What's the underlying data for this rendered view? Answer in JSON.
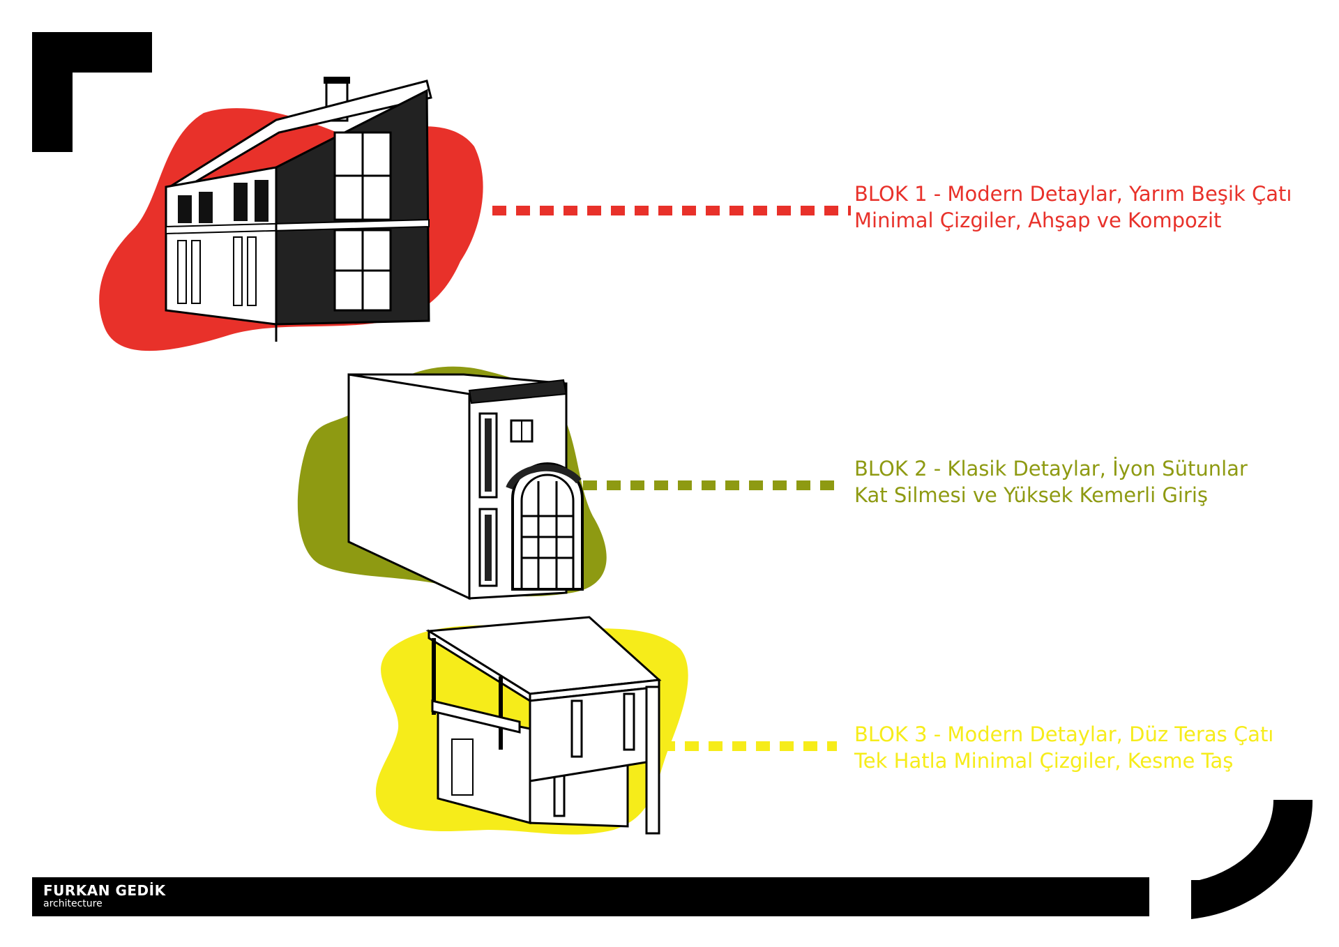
{
  "colors": {
    "block1": "#e8312a",
    "block2": "#8e9a12",
    "block3": "#f6ec1a",
    "ink": "#000000",
    "paper": "#ffffff"
  },
  "blocks": [
    {
      "line1": "BLOK 1 - Modern Detaylar, Yarım Beşik Çatı",
      "line2": "Minimal Çizgiler, Ahşap ve Kompozit"
    },
    {
      "line1": "BLOK 2 - Klasik Detaylar, İyon Sütunlar",
      "line2": "Kat Silmesi ve Yüksek Kemerli Giriş"
    },
    {
      "line1": "BLOK 3 - Modern Detaylar, Düz Teras Çatı",
      "line2": "Tek Hatla Minimal Çizgiler, Kesme Taş"
    }
  ],
  "footer": {
    "brand_name": "FURKAN GEDİK",
    "brand_sub": "architecture"
  }
}
